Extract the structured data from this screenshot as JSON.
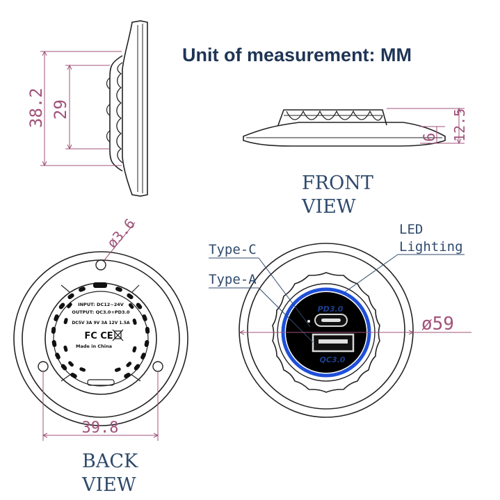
{
  "title": "Unit of measurement: MM",
  "views": {
    "front": [
      "FRONT",
      "VIEW"
    ],
    "back": [
      "BACK",
      "VIEW"
    ]
  },
  "dimensions": {
    "outer_height": "38.2",
    "inner_height": "29",
    "side_height": "12.5",
    "side_base": "6",
    "hole_diameter": "ø3.6",
    "hole_spacing": "39.8",
    "outer_diameter": "ø59"
  },
  "callouts": {
    "type_c": "Type-C",
    "type_a": "Type-A",
    "led": [
      "LED",
      "Lighting"
    ]
  },
  "ports": {
    "pd": "PD3.0",
    "qc": "QC3.0"
  },
  "back_label": {
    "input": "INPUT: DC12~24V",
    "output": "OUTPUT: QC3.0+PD3.0",
    "spec": "DC5V 3A 9V 3A 12V 1.5A",
    "marks": "FC CE",
    "origin": "Made in China"
  },
  "colors": {
    "dimension": "#a0527a",
    "label": "#2f4a6b",
    "title": "#1f3556",
    "led_ring": "#1e4fd8"
  }
}
